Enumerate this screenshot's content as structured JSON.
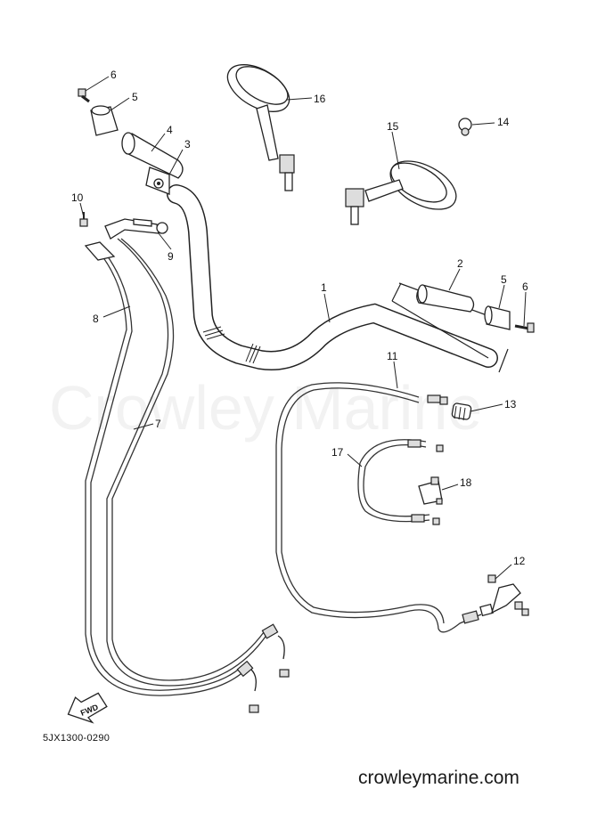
{
  "watermark": "Crowley Marine",
  "arrow_label": "FWD",
  "diagram_code": "5JX1300-0290",
  "footer_site": "crowleymarine.com",
  "callouts": {
    "c1": "1",
    "c2": "2",
    "c3": "3",
    "c4": "4",
    "c5a": "5",
    "c5b": "5",
    "c6a": "6",
    "c6b": "6",
    "c7": "7",
    "c8": "8",
    "c9": "9",
    "c10": "10",
    "c11": "11",
    "c12": "12",
    "c13": "13",
    "c14": "14",
    "c15": "15",
    "c16": "16",
    "c17": "17",
    "c18": "18"
  }
}
